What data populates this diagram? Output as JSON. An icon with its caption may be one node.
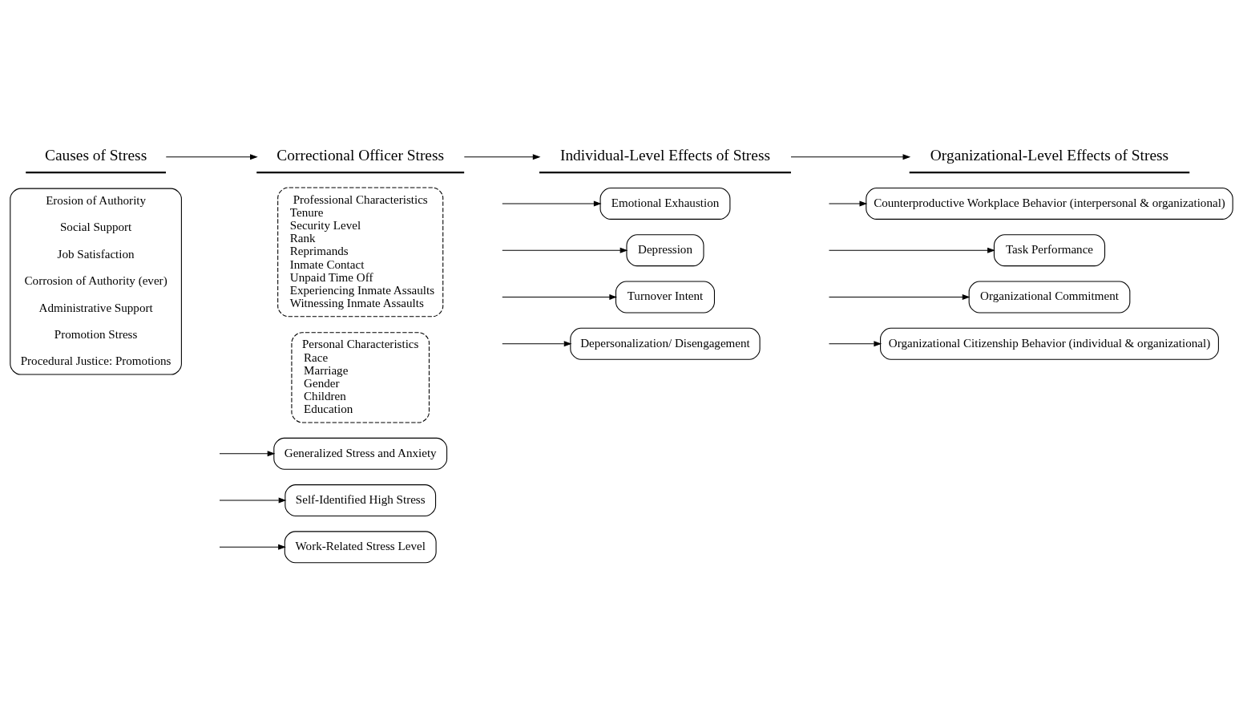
{
  "diagram": {
    "nodes": [
      {
        "text": [
          "Causes of Stress"
        ]
      },
      {
        "text": [
          "Correctional Officer Stress"
        ]
      },
      {
        "text": [
          "Individual-Level Effects of Stress"
        ]
      },
      {
        "text": [
          "Organizational-Level Effects of Stress"
        ]
      },
      {
        "text": [
          "Erosion of Authority",
          "Social Support",
          "Job Satisfaction",
          "Corrosion of Authority (ever)",
          "Administrative Support",
          "Promotion Stress",
          "Procedural Justice: Promotions"
        ]
      },
      {
        "text": [
          "Generalized Stress and Anxiety"
        ]
      },
      {
        "text": [
          "Self-Identified High Stress"
        ]
      },
      {
        "text": [
          "Work-Related Stress Level"
        ]
      },
      {
        "text": [
          "Professional Characteristics",
          "Tenure",
          "Security Level",
          "Rank",
          "Reprimands",
          "Inmate Contact",
          "Unpaid Time Off",
          "Experiencing Inmate Assaults",
          "Witnessing Inmate Assaults"
        ]
      },
      {
        "text": [
          "Personal Characteristics",
          "Race",
          "Marriage",
          "Gender",
          "Children",
          "Education"
        ]
      },
      {
        "text": [
          "Emotional Exhaustion"
        ]
      },
      {
        "text": [
          "Counterproductive Workplace Behavior (interpersonal & organizational)"
        ]
      },
      {
        "text": [
          "Depression"
        ]
      },
      {
        "text": [
          "Task Performance"
        ]
      },
      {
        "text": [
          "Organizational Commitment"
        ]
      },
      {
        "text": [
          "Turnover Intent"
        ]
      },
      {
        "text": [
          "Organizational Citizenship Behavior (individual & organizational)"
        ]
      },
      {
        "text": [
          "Depersonalization/ Disengagement"
        ]
      }
    ],
    "edges": [
      {
        "from": 0,
        "to": 1,
        "arrow": "to"
      },
      {
        "from": 1,
        "to": 2,
        "arrow": "to"
      },
      {
        "from": 2,
        "to": 3,
        "arrow": "to"
      },
      {
        "from": null,
        "to": 5,
        "arrow": "to"
      },
      {
        "from": null,
        "to": 6,
        "arrow": "to"
      },
      {
        "from": null,
        "to": 7,
        "arrow": "to"
      },
      {
        "from": null,
        "to": 10,
        "arrow": "to"
      },
      {
        "from": null,
        "to": 11,
        "arrow": "to"
      },
      {
        "from": null,
        "to": 12,
        "arrow": "to"
      },
      {
        "from": null,
        "to": 13,
        "arrow": "to"
      },
      {
        "from": null,
        "to": 14,
        "arrow": "to"
      },
      {
        "from": null,
        "to": 15,
        "arrow": "to"
      },
      {
        "from": null,
        "to": 16,
        "arrow": "to"
      },
      {
        "from": null,
        "to": 17,
        "arrow": "to"
      }
    ]
  }
}
